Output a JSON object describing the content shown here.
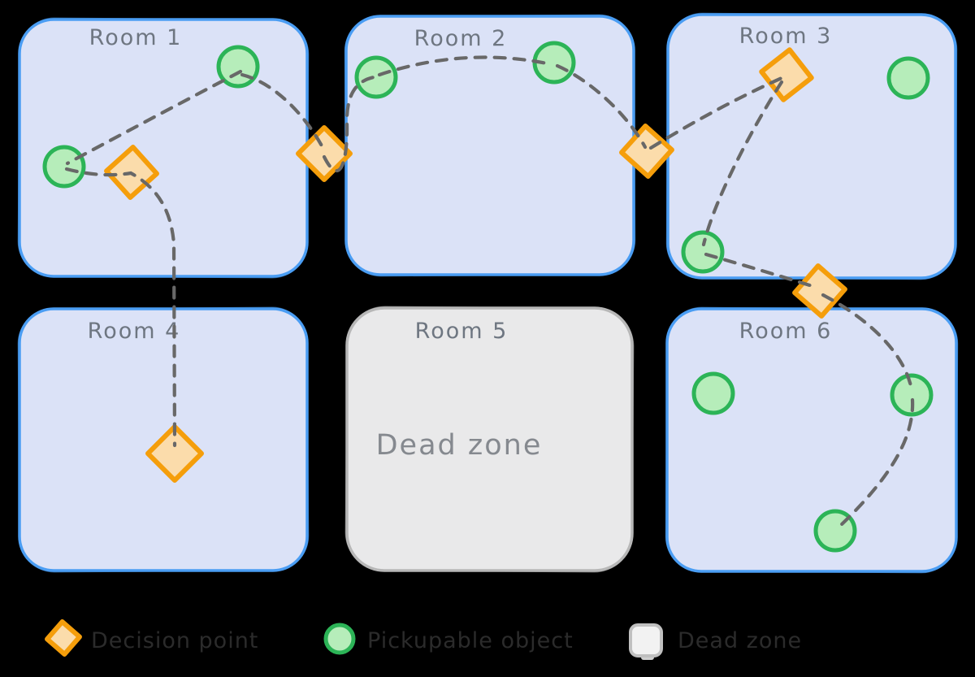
{
  "diagram": {
    "title_hint": "Floor map of six rooms connected by a dashed patrol path",
    "rooms": [
      {
        "label": "Room 1",
        "type": "normal"
      },
      {
        "label": "Room 2",
        "type": "normal"
      },
      {
        "label": "Room 3",
        "type": "normal"
      },
      {
        "label": "Room 4",
        "type": "normal"
      },
      {
        "label": "Room 5",
        "type": "dead-zone"
      },
      {
        "label": "Room 6",
        "type": "normal"
      }
    ],
    "dead_zone_label": "Dead zone",
    "node_counts": {
      "decision_points": 6,
      "pickupable_objects": 9,
      "dead_zones": 1
    }
  },
  "legend": {
    "items": [
      {
        "icon": "decision-point-icon",
        "label": "Decision point"
      },
      {
        "icon": "pickupable-object-icon",
        "label": "Pickupable object"
      },
      {
        "icon": "dead-zone-icon",
        "label": "Dead zone"
      }
    ]
  },
  "colors": {
    "background": "#000000",
    "room_fill": "#dbe2f7",
    "room_stroke": "#4a9df3",
    "dead_zone_fill": "#e9e9ea",
    "dead_zone_stroke": "#b7b7b7",
    "object_fill": "#b6edba",
    "object_stroke": "#2cb457",
    "decision_fill": "#fbdcab",
    "decision_stroke": "#f59e0b",
    "path_stroke": "#686868",
    "room_label_text": "#6e7681",
    "dead_zone_text": "#85898f",
    "legend_text": "#2b2b2b"
  }
}
